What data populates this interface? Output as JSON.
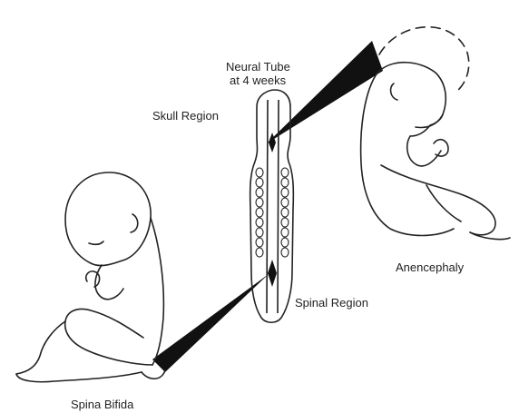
{
  "labels": {
    "neural_tube_line1": "Neural Tube",
    "neural_tube_line2": "at 4 weeks",
    "skull_region": "Skull Region",
    "spinal_region": "Spinal Region",
    "anencephaly": "Anencephaly",
    "spina_bifida": "Spina Bifida"
  },
  "colors": {
    "line": "#222222",
    "wedge": "#111111",
    "background": "#ffffff"
  }
}
